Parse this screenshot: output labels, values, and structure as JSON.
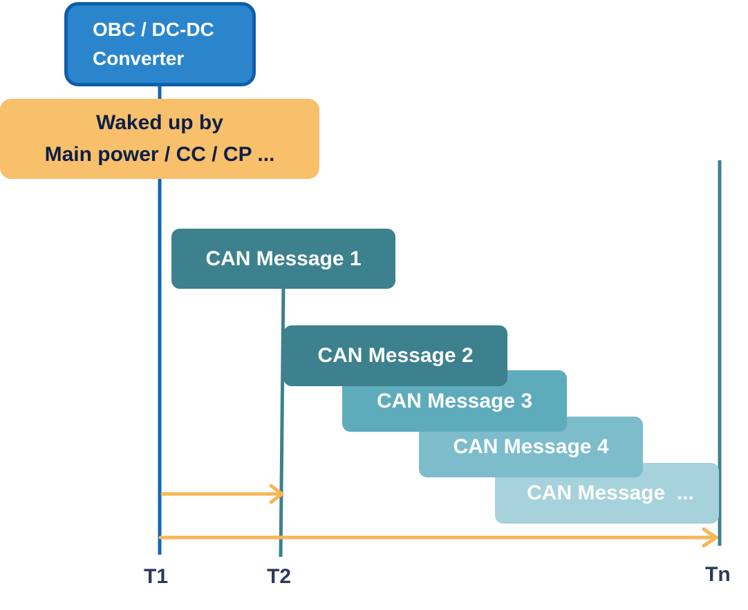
{
  "source_box": {
    "line1": "OBC / DC-DC",
    "line2": "Converter"
  },
  "wake_box": {
    "line1": "Waked up by",
    "line2": "Main power / CC / CP ..."
  },
  "messages": [
    {
      "label": "CAN Message 1"
    },
    {
      "label": "CAN Message 2"
    },
    {
      "label": "CAN Message 3"
    },
    {
      "label": "CAN Message 4"
    },
    {
      "label": "CAN Message  ..."
    }
  ],
  "time_markers": [
    "T1",
    "T2",
    "Tn"
  ],
  "colors": {
    "source_fill": "#2a85cc",
    "source_border": "#0f5ea8",
    "wake_fill": "#f8c06a",
    "message_dark": "#3c818d",
    "message_mid": "#5eabbc",
    "message_light": "#7dbccb",
    "message_lightest": "#a6d2dc",
    "arrow": "#f8b655",
    "t1_line": "#1565b8",
    "t2_line": "#3c818d"
  }
}
